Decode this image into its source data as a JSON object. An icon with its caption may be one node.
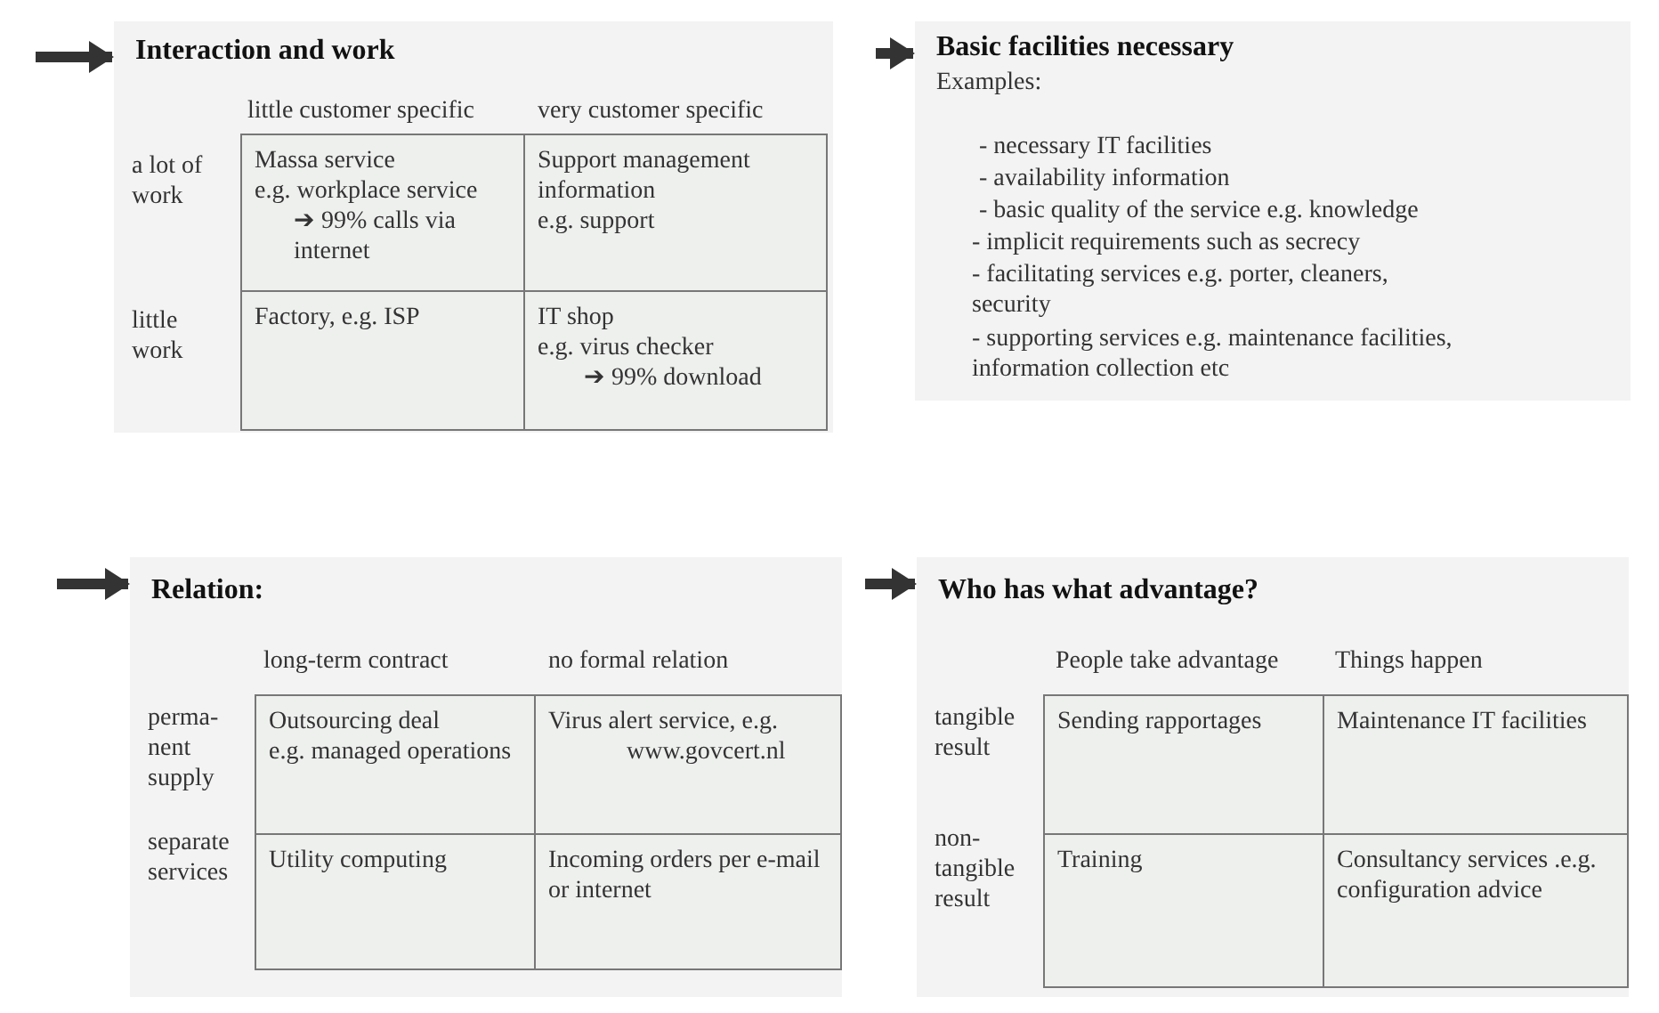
{
  "diagram": {
    "nodes": [
      {
        "text": [
          "Interaction and work",
          "little customer specific",
          "very customer specific",
          "a lot of work",
          "little work"
        ]
      },
      {
        "text": [
          "Massa service",
          "e.g. workplace service",
          "➔ 99% calls via internet"
        ],
        "in": 0
      },
      {
        "text": [
          "Support management information",
          "e.g. support"
        ],
        "in": 0
      },
      {
        "text": [
          "Factory, e.g. ISP"
        ],
        "in": 0
      },
      {
        "text": [
          "IT shop",
          "e.g. virus checker",
          "➔ 99% download"
        ],
        "in": 0
      },
      {
        "text": [
          "Basic facilities necessary",
          "Examples:",
          "- necessary IT facilities",
          "- availability information",
          "- basic quality of the service e.g. knowledge",
          "- implicit requirements such as secrecy",
          "- facilitating services e.g. porter, cleaners, security",
          "- supporting services e.g. maintenance facilities, information collection etc"
        ]
      },
      {
        "text": [
          "Relation:",
          "long-term contract",
          "no formal relation",
          "perma- nent supply",
          "separate services"
        ]
      },
      {
        "text": [
          "Outsourcing deal",
          "e.g. managed operations"
        ],
        "in": 6
      },
      {
        "text": [
          "Virus alert service, e.g.",
          "www.govcert.nl"
        ],
        "in": 6
      },
      {
        "text": [
          "Utility computing"
        ],
        "in": 6
      },
      {
        "text": [
          "Incoming orders per e-mail or internet"
        ],
        "in": 6
      },
      {
        "text": [
          "Who has what advantage?",
          "People take advantage",
          "Things happen",
          "tangible result",
          "non- tangible result"
        ]
      },
      {
        "text": [
          "Sending rapportages"
        ],
        "in": 11
      },
      {
        "text": [
          "Maintenance IT facilities"
        ],
        "in": 11
      },
      {
        "text": [
          "Training"
        ],
        "in": 11
      },
      {
        "text": [
          "Consultancy services .e.g. configuration advice"
        ],
        "in": 11
      }
    ],
    "edges": [
      {
        "from": null,
        "to": 0,
        "arrow": "to"
      },
      {
        "from": null,
        "to": 5,
        "arrow": "to"
      },
      {
        "from": null,
        "to": 6,
        "arrow": "to"
      },
      {
        "from": null,
        "to": 11,
        "arrow": "to"
      }
    ]
  }
}
